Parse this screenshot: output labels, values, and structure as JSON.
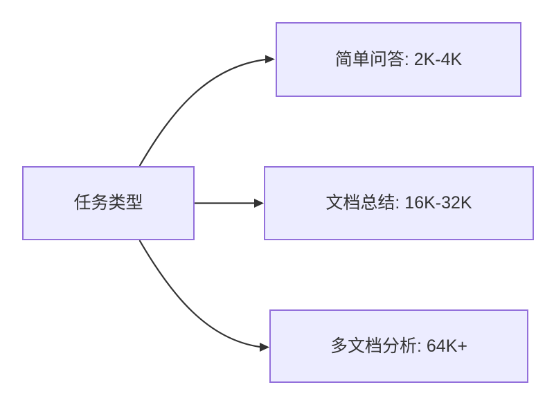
{
  "diagram": {
    "type": "flowchart",
    "direction": "LR",
    "root": {
      "id": "task-type",
      "label": "任务类型"
    },
    "branches": [
      {
        "id": "simple-qa",
        "label": "简单问答: 2K-4K"
      },
      {
        "id": "doc-summary",
        "label": "文档总结: 16K-32K"
      },
      {
        "id": "multi-doc-analysis",
        "label": "多文档分析: 64K+"
      }
    ],
    "edges": [
      {
        "from": "任务类型",
        "to": "简单问答: 2K-4K",
        "shape": "curved-up"
      },
      {
        "from": "任务类型",
        "to": "文档总结: 16K-32K",
        "shape": "straight"
      },
      {
        "from": "任务类型",
        "to": "多文档分析: 64K+",
        "shape": "curved-down"
      }
    ]
  },
  "theme": {
    "background": "#FFFFFF",
    "node_fill": "#ECECFF",
    "node_border": "#9370DB",
    "node_text": "#333333",
    "arrow_color": "#333333"
  }
}
